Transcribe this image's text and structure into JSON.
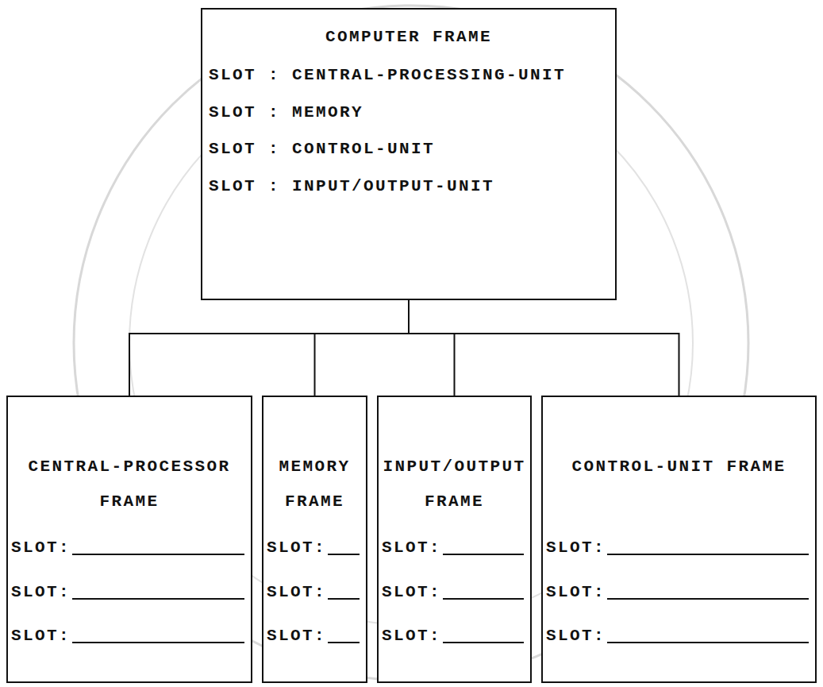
{
  "diagram": {
    "nodes": [
      {
        "text": [
          "COMPUTER FRAME",
          "SLOT : CENTRAL-PROCESSING-UNIT",
          "SLOT : MEMORY",
          "SLOT : CONTROL-UNIT",
          "SLOT : INPUT/OUTPUT-UNIT"
        ]
      },
      {
        "text": [
          "CENTRAL-PROCESSOR FRAME",
          "SLOT:",
          "SLOT:",
          "SLOT:"
        ]
      },
      {
        "text": [
          "MEMORY FRAME",
          "SLOT:",
          "SLOT:",
          "SLOT:"
        ]
      },
      {
        "text": [
          "INPUT/OUTPUT FRAME",
          "SLOT:",
          "SLOT:",
          "SLOT:"
        ]
      },
      {
        "text": [
          "CONTROL-UNIT FRAME",
          "SLOT:",
          "SLOT:",
          "SLOT:"
        ]
      }
    ],
    "edges": [
      {
        "from": 0,
        "to": 1,
        "arrow": "none"
      },
      {
        "from": 0,
        "to": 2,
        "arrow": "none"
      },
      {
        "from": 0,
        "to": 3,
        "arrow": "none"
      },
      {
        "from": 0,
        "to": 4,
        "arrow": "none"
      }
    ]
  }
}
